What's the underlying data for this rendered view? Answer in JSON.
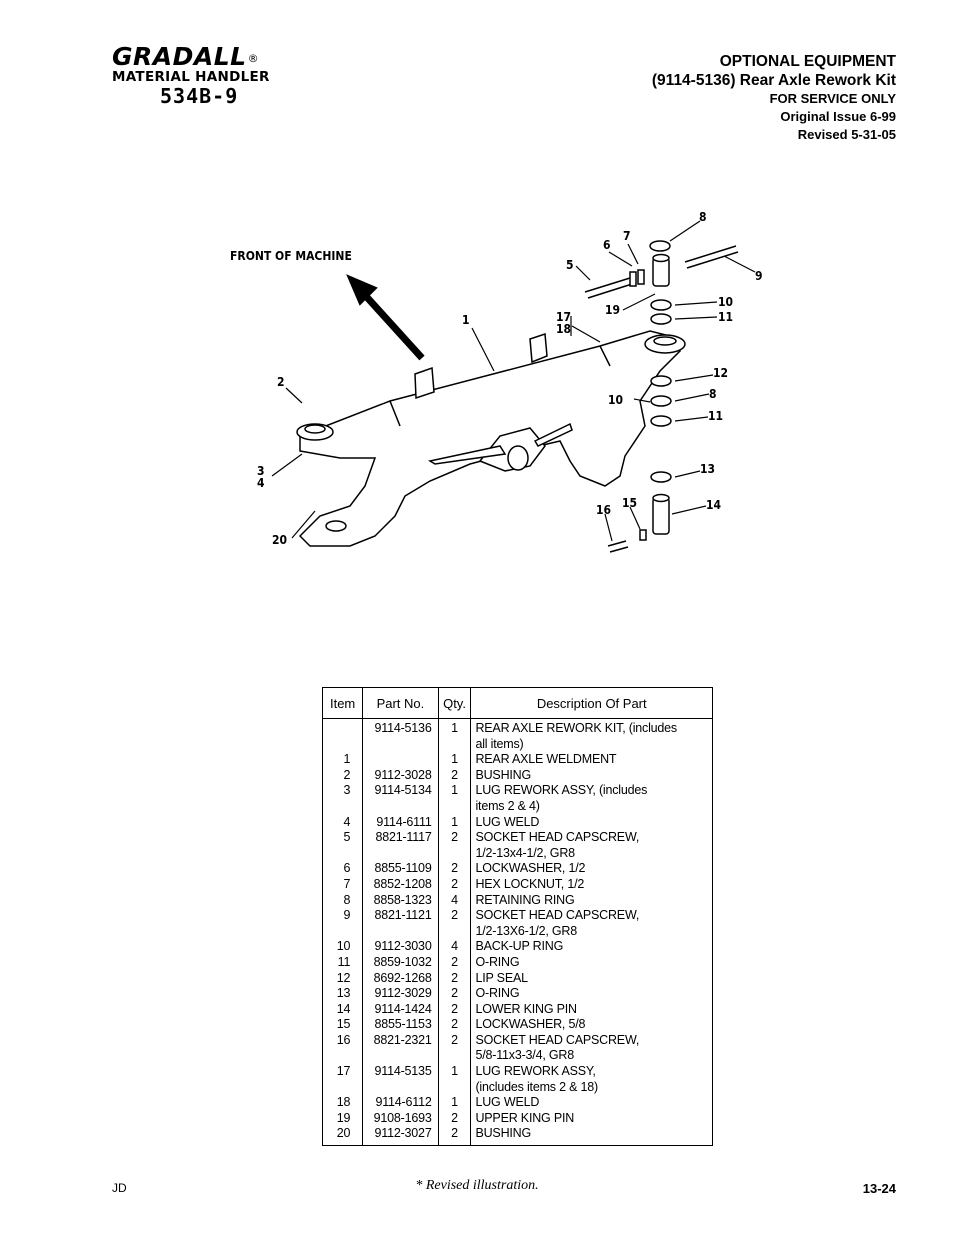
{
  "logo": {
    "brand": "GRADALL",
    "registered": "®",
    "subtitle": "MATERIAL HANDLER",
    "model": "534B-9"
  },
  "header": {
    "section": "OPTIONAL  EQUIPMENT",
    "title": "(9114-5136) Rear Axle Rework Kit",
    "service_note": "FOR SERVICE ONLY",
    "original_issue": "Original Issue  6-99",
    "revised": "Revised  5-31-05"
  },
  "diagram": {
    "front_label": "FRONT OF MACHINE",
    "callouts": [
      "1",
      "2",
      "3",
      "4",
      "5",
      "6",
      "7",
      "8",
      "9",
      "10",
      "11",
      "12",
      "8",
      "10",
      "11",
      "13",
      "14",
      "15",
      "16",
      "17",
      "18",
      "19",
      "20"
    ]
  },
  "table": {
    "headers": {
      "item": "Item",
      "part": "Part No.",
      "qty": "Qty.",
      "desc": "Description Of Part"
    },
    "rows": [
      {
        "item": "",
        "part": "9114-5136",
        "qty": "1",
        "desc": "REAR AXLE REWORK KIT, (includes\nall items)"
      },
      {
        "item": "1",
        "part": "",
        "qty": "1",
        "desc": "REAR AXLE WELDMENT"
      },
      {
        "item": "2",
        "part": "9112-3028",
        "qty": "2",
        "desc": "BUSHING"
      },
      {
        "item": "3",
        "part": "9114-5134",
        "qty": "1",
        "desc": "LUG REWORK ASSY, (includes\nitems 2 & 4)"
      },
      {
        "item": "4",
        "part": "9114-6111",
        "qty": "1",
        "desc": "LUG WELD"
      },
      {
        "item": "5",
        "part": "8821-1117",
        "qty": "2",
        "desc": "SOCKET HEAD CAPSCREW,\n1/2-13x4-1/2, GR8"
      },
      {
        "item": "6",
        "part": "8855-1109",
        "qty": "2",
        "desc": "LOCKWASHER, 1/2"
      },
      {
        "item": "7",
        "part": "8852-1208",
        "qty": "2",
        "desc": "HEX LOCKNUT, 1/2"
      },
      {
        "item": "8",
        "part": "8858-1323",
        "qty": "4",
        "desc": "RETAINING RING"
      },
      {
        "item": "9",
        "part": "8821-1121",
        "qty": "2",
        "desc": "SOCKET HEAD CAPSCREW,\n1/2-13X6-1/2, GR8"
      },
      {
        "item": "10",
        "part": "9112-3030",
        "qty": "4",
        "desc": "BACK-UP RING"
      },
      {
        "item": "11",
        "part": "8859-1032",
        "qty": "2",
        "desc": "O-RING"
      },
      {
        "item": "12",
        "part": "8692-1268",
        "qty": "2",
        "desc": "LIP SEAL"
      },
      {
        "item": "13",
        "part": "9112-3029",
        "qty": "2",
        "desc": "O-RING"
      },
      {
        "item": "14",
        "part": "9114-1424",
        "qty": "2",
        "desc": "LOWER KING PIN"
      },
      {
        "item": "15",
        "part": "8855-1153",
        "qty": "2",
        "desc": "LOCKWASHER, 5/8"
      },
      {
        "item": "16",
        "part": "8821-2321",
        "qty": "2",
        "desc": "SOCKET HEAD CAPSCREW,\n5/8-11x3-3/4, GR8"
      },
      {
        "item": "17",
        "part": "9114-5135",
        "qty": "1",
        "desc": "LUG REWORK ASSY,\n(includes items 2 & 18)"
      },
      {
        "item": "18",
        "part": "9114-6112",
        "qty": "1",
        "desc": "LUG WELD"
      },
      {
        "item": "19",
        "part": "9108-1693",
        "qty": "2",
        "desc": "UPPER KING PIN"
      },
      {
        "item": "20",
        "part": "9112-3027",
        "qty": "2",
        "desc": "BUSHING"
      }
    ]
  },
  "footer": {
    "left": "JD",
    "center": "* Revised illustration.",
    "page": "13-24"
  }
}
